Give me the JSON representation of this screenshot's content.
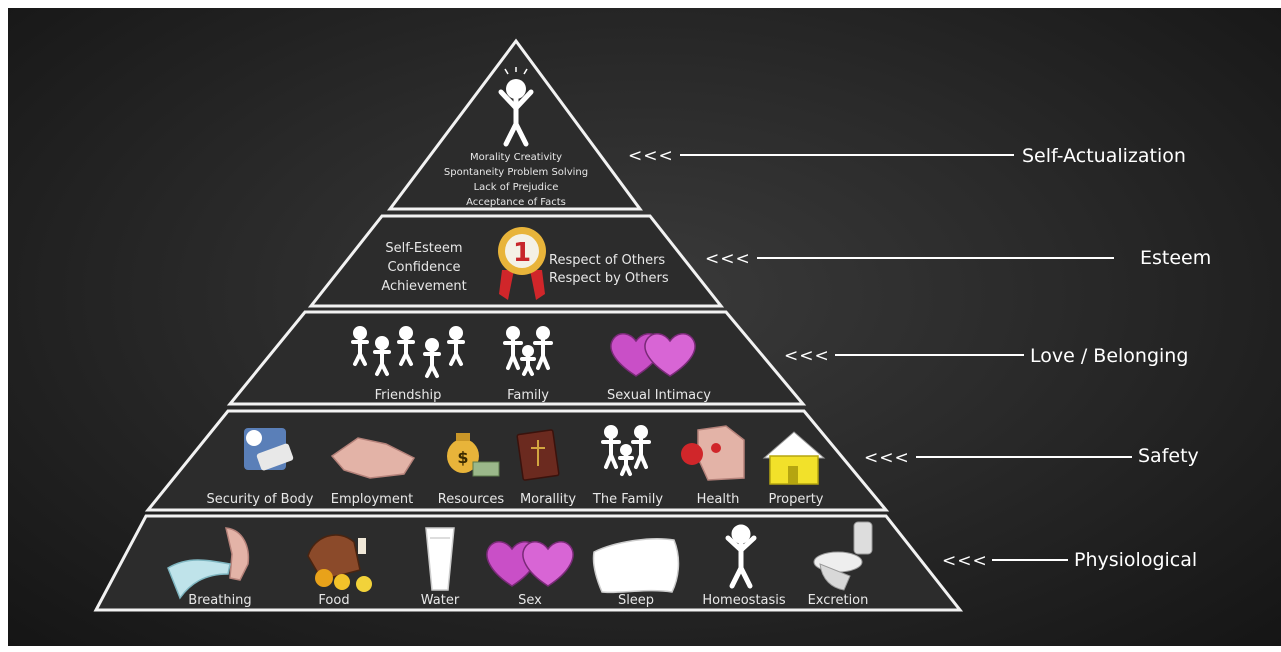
{
  "levels": [
    {
      "name": "Self-Actualization",
      "arrow": "<<<",
      "items": [
        "Morality",
        "Creativity",
        "Spontaneity",
        "Problem Solving",
        "Lack of Prejudice",
        "Acceptance of Facts"
      ]
    },
    {
      "name": "Esteem",
      "arrow": "<<<",
      "items_left": [
        "Self-Esteem",
        "Confidence",
        "Achievement"
      ],
      "items_right": [
        "Respect of Others",
        "Respect by Others"
      ],
      "badge_number": "1"
    },
    {
      "name": "Love / Belonging",
      "arrow": "<<<",
      "items": [
        "Friendship",
        "Family",
        "Sexual Intimacy"
      ]
    },
    {
      "name": "Safety",
      "arrow": "<<<",
      "items": [
        "Security of Body",
        "Employment",
        "Resources",
        "Morallity",
        "The Family",
        "Health",
        "Property"
      ]
    },
    {
      "name": "Physiological",
      "arrow": "<<<",
      "items": [
        "Breathing",
        "Food",
        "Water",
        "Sex",
        "Sleep",
        "Homeostasis",
        "Excretion"
      ]
    }
  ],
  "colors": {
    "background": "#2a2a2a",
    "line": "#f2f2f2",
    "heart": "#c94fc7",
    "ribbon": "#d0262a",
    "medal": "#e8b43a",
    "house": "#f2e12a"
  }
}
